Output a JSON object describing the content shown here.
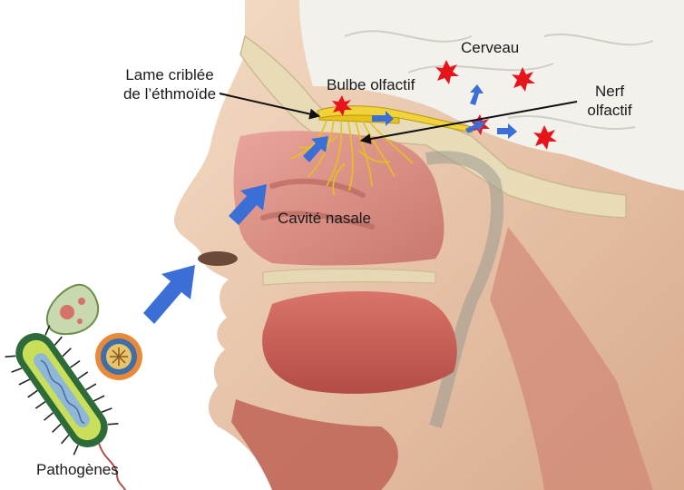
{
  "labels": {
    "lame_line1": "Lame criblée",
    "lame_line2": "de l’éthmoïde",
    "bulbe": "Bulbe olfactif",
    "cerveau": "Cerveau",
    "nerf_line1": "Nerf",
    "nerf_line2": "olfactif",
    "cavite": "Cavité nasale",
    "pathogenes": "Pathogènes"
  },
  "colors": {
    "arrow": "#3b6fd6",
    "star": "#e8141c",
    "nerve": "#e6c21a",
    "skin": "#e9c7a8",
    "muscle": "#c8584a",
    "nasal_cavity": "#d98a80",
    "brain": "#eeeeea",
    "bone": "#e8dcb8"
  },
  "icons": [
    "pathogen-protozoa-icon",
    "pathogen-virus-icon",
    "pathogen-bacterium-icon"
  ]
}
